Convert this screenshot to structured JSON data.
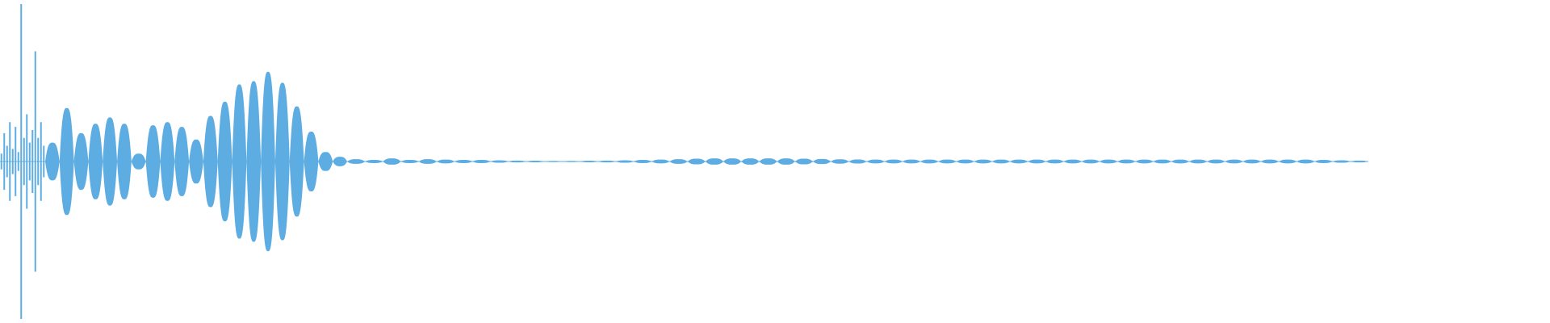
{
  "waveform": {
    "color": "#5dade2",
    "amplitude_max": 1.0,
    "segments": [
      {
        "kind": "attack",
        "amplitudes": [
          0.05,
          0.18,
          0.1,
          0.25,
          0.08,
          0.22,
          0.06,
          1.0,
          0.15,
          0.3,
          0.12,
          0.2,
          0.7,
          0.15,
          0.25,
          0.1
        ]
      },
      {
        "kind": "pulse",
        "peaks": [
          0.12,
          0.34,
          0.18,
          0.24,
          0.28,
          0.24,
          0.05,
          0.23,
          0.25,
          0.22,
          0.14,
          0.29,
          0.38,
          0.49,
          0.51,
          0.57,
          0.5,
          0.35,
          0.19,
          0.06,
          0.03
        ]
      },
      {
        "kind": "tail",
        "peaks": [
          0.015,
          0.01,
          0.02,
          0.01,
          0.015,
          0.012,
          0.01,
          0.01,
          0.008,
          0.006,
          0.005,
          0.004,
          0.004,
          0.005,
          0.006,
          0.008,
          0.01,
          0.012,
          0.015,
          0.018,
          0.02,
          0.02,
          0.02,
          0.02,
          0.02,
          0.018,
          0.016,
          0.014,
          0.013,
          0.012,
          0.012,
          0.012,
          0.012,
          0.012,
          0.012,
          0.012,
          0.012,
          0.012,
          0.012,
          0.012,
          0.012,
          0.012,
          0.012,
          0.012,
          0.012,
          0.012,
          0.012,
          0.012,
          0.012,
          0.012,
          0.012,
          0.012,
          0.012,
          0.012,
          0.01,
          0.008,
          0.006
        ]
      }
    ]
  }
}
